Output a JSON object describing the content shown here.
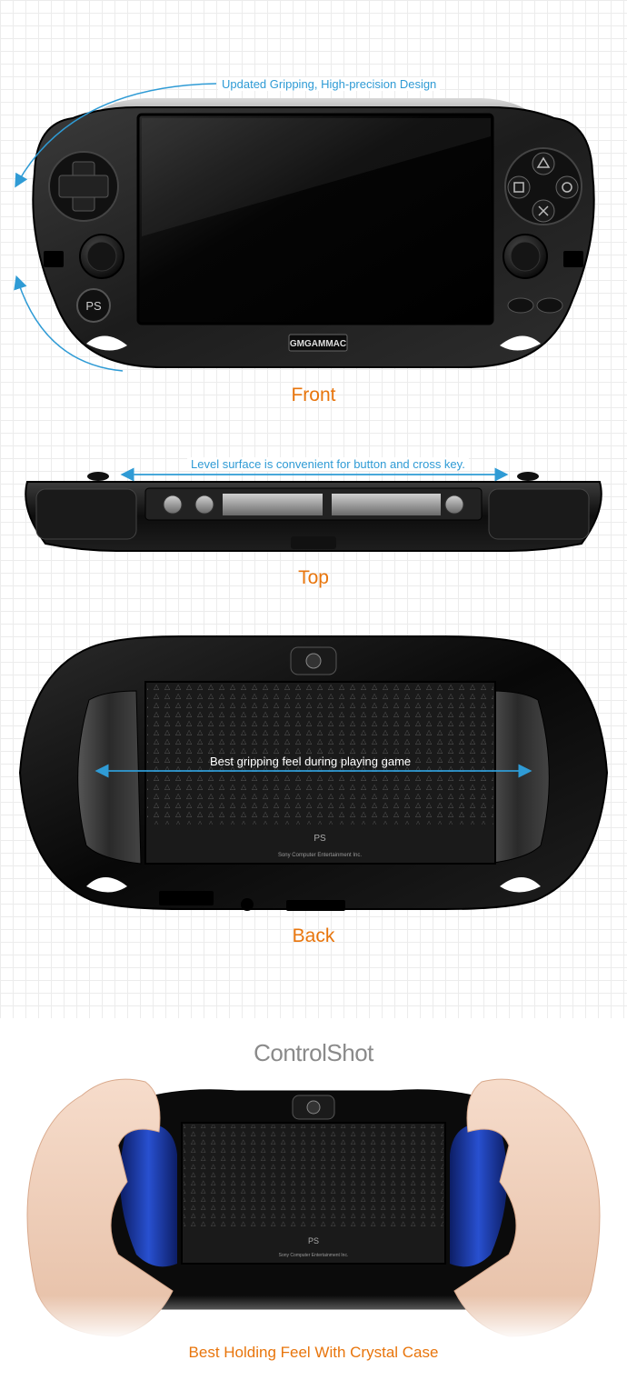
{
  "sections": {
    "front": {
      "annotation": "Updated Gripping, High-precision Design",
      "label": "Front",
      "logo_text": "GMGAMMAC"
    },
    "top": {
      "annotation": "Level surface is convenient for button and cross key.",
      "label": "Top"
    },
    "back": {
      "annotation": "Best gripping feel during playing game",
      "label": "Back",
      "back_text": "Sony Computer Entertainment Inc."
    }
  },
  "brand": {
    "name": "ControlShot"
  },
  "hands_photo": {
    "caption": "Best Holding Feel With Crystal Case",
    "back_text": "Sony Computer Entertainment Inc."
  },
  "colors": {
    "accent_orange": "#e8750c",
    "annotation_blue": "#2f9bd5",
    "device_black": "#141414",
    "grip_blue": "#1d3ea8"
  },
  "icons": [
    "playstation-logo-icon",
    "triangle-button-icon",
    "circle-button-icon",
    "cross-button-icon",
    "square-button-icon",
    "dpad-icon",
    "arrow-icon"
  ]
}
